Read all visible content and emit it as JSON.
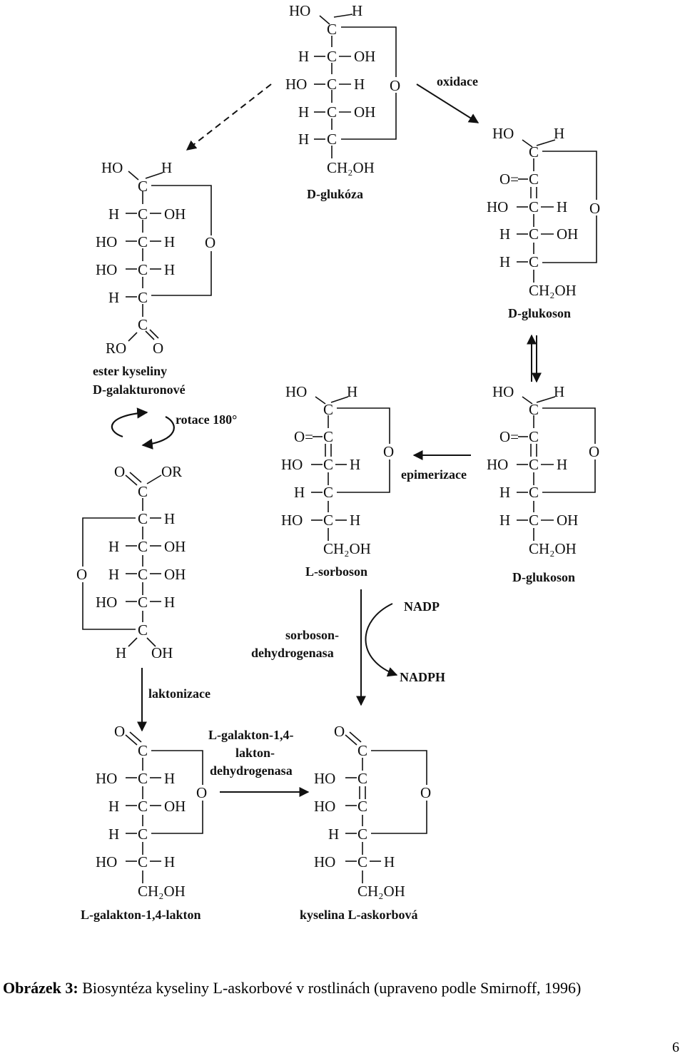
{
  "atoms": {
    "HO": "HO",
    "H": "H",
    "C": "C",
    "OH": "OH",
    "O": "O",
    "CH2OH": "CH₂OH",
    "RO": "RO",
    "OR": "OR",
    "O_eq": "O="
  },
  "labels": {
    "d_glukoza": "D-glukóza",
    "oxidace": "oxidace",
    "d_glukoson_top": "D-glukoson",
    "d_glukoson_bottom": "D-glukoson",
    "ester_line1": "ester kyseliny",
    "ester_line2": "D-galakturonové",
    "rotace": "rotace 180°",
    "epimerizace": "epimerizace",
    "l_sorboson": "L-sorboson",
    "nadp": "NADP",
    "nadph": "NADPH",
    "sorboson_dh_line1": "sorboson-",
    "sorboson_dh_line2": "dehydrogenasa",
    "laktonizace": "laktonizace",
    "l_galakton_dh_line1": "L-galakton-1,4-",
    "l_galakton_dh_line2": "lakton-",
    "l_galakton_dh_line3": "dehydrogenasa",
    "l_galakton_lakton": "L-galakton-1,4-lakton",
    "kyselina": "kyselina L-askorbová"
  },
  "caption": {
    "prefix": "Obrázek 3:",
    "text": "Biosyntéza kyseliny L-askorbové v rostlinách (upraveno podle Smirnoff, 1996)"
  },
  "page_number": "6"
}
